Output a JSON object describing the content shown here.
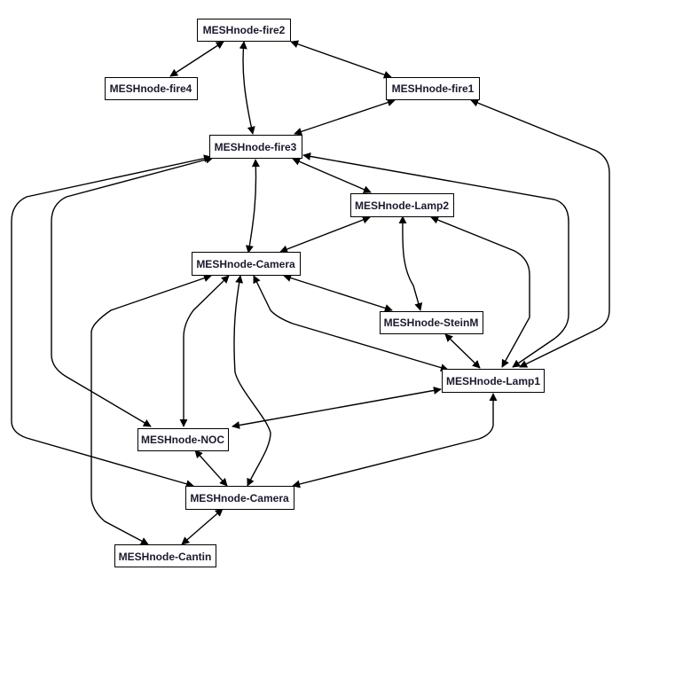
{
  "diagram": {
    "type": "network-graph",
    "edge_style": "bidirectional-arrow",
    "colors": {
      "background": "#ffffff",
      "node_border": "#000000",
      "node_fill": "#ffffff",
      "label": "#1a1a2e",
      "edge": "#000000"
    },
    "nodes": [
      {
        "id": "fire2",
        "label": "MESHnode-fire2"
      },
      {
        "id": "fire4",
        "label": "MESHnode-fire4"
      },
      {
        "id": "fire1",
        "label": "MESHnode-fire1"
      },
      {
        "id": "fire3",
        "label": "MESHnode-fire3"
      },
      {
        "id": "lamp2",
        "label": "MESHnode-Lamp2"
      },
      {
        "id": "camera1",
        "label": "MESHnode-Camera"
      },
      {
        "id": "steinm",
        "label": "MESHnode-SteinM"
      },
      {
        "id": "lamp1",
        "label": "MESHnode-Lamp1"
      },
      {
        "id": "noc",
        "label": "MESHnode-NOC"
      },
      {
        "id": "camera2",
        "label": "MESHnode-Camera"
      },
      {
        "id": "cantin",
        "label": "MESHnode-Cantin"
      }
    ],
    "edges": [
      {
        "from": "fire2",
        "to": "fire4"
      },
      {
        "from": "fire2",
        "to": "fire1"
      },
      {
        "from": "fire2",
        "to": "fire3"
      },
      {
        "from": "fire1",
        "to": "fire3"
      },
      {
        "from": "fire1",
        "to": "lamp1"
      },
      {
        "from": "fire3",
        "to": "lamp2"
      },
      {
        "from": "fire3",
        "to": "camera1"
      },
      {
        "from": "fire3",
        "to": "lamp1"
      },
      {
        "from": "fire3",
        "to": "noc"
      },
      {
        "from": "fire3",
        "to": "camera2"
      },
      {
        "from": "lamp2",
        "to": "camera1"
      },
      {
        "from": "lamp2",
        "to": "steinm"
      },
      {
        "from": "lamp2",
        "to": "lamp1"
      },
      {
        "from": "camera1",
        "to": "steinm"
      },
      {
        "from": "camera1",
        "to": "lamp1"
      },
      {
        "from": "camera1",
        "to": "noc"
      },
      {
        "from": "camera1",
        "to": "camera2"
      },
      {
        "from": "camera1",
        "to": "cantin"
      },
      {
        "from": "steinm",
        "to": "lamp1"
      },
      {
        "from": "lamp1",
        "to": "noc"
      },
      {
        "from": "lamp1",
        "to": "camera2"
      },
      {
        "from": "noc",
        "to": "camera2"
      },
      {
        "from": "camera2",
        "to": "cantin"
      }
    ]
  }
}
